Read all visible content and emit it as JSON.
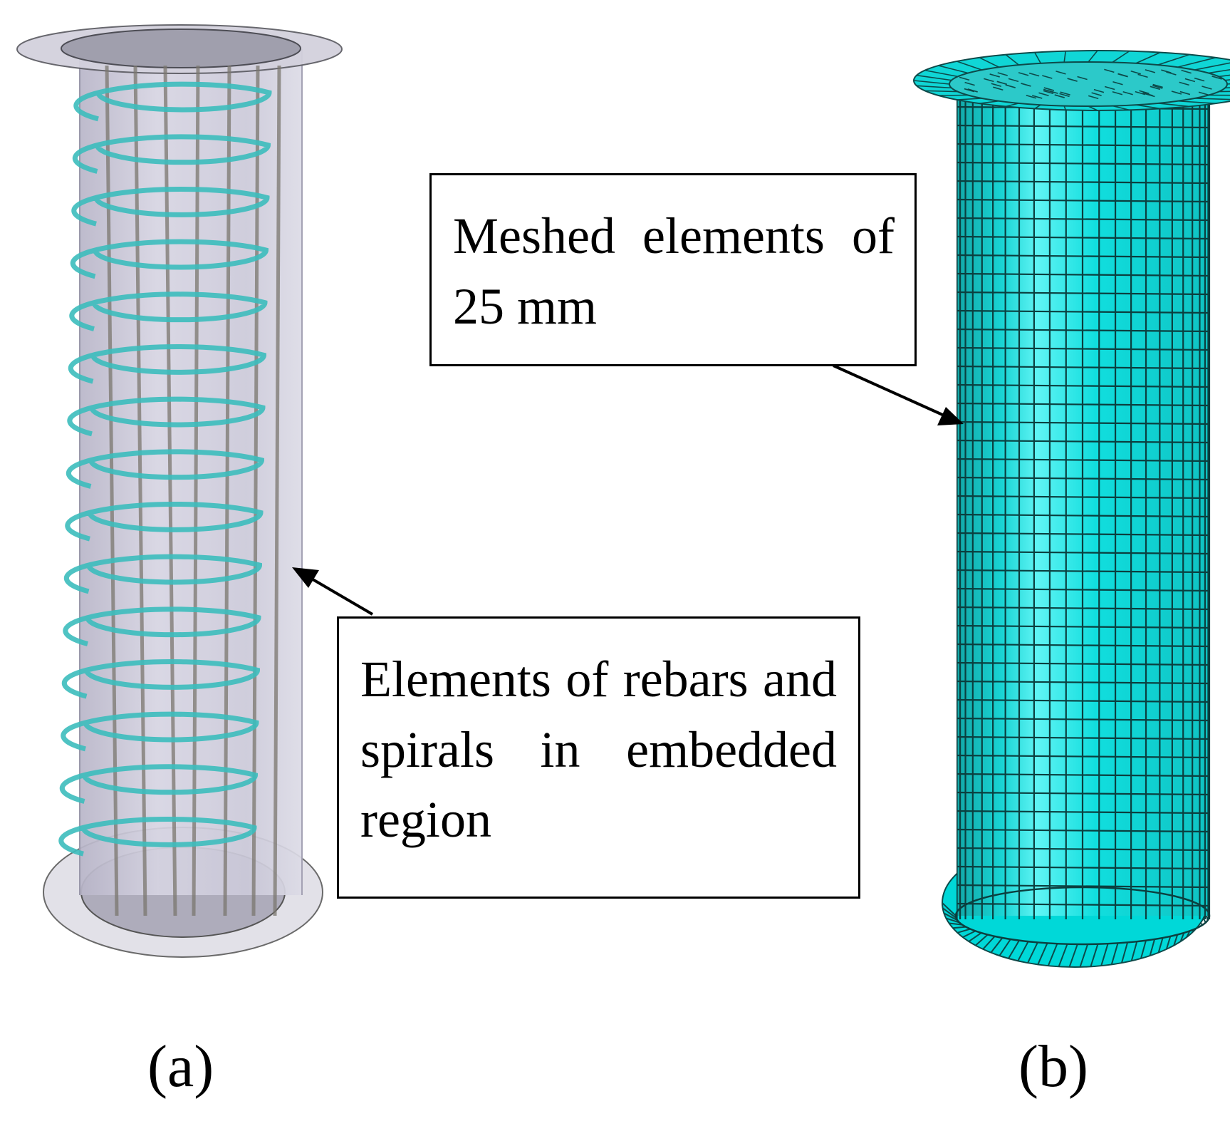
{
  "panels": [
    {
      "id": "a",
      "label": "(a)",
      "callout": "Elements of rebars and spirals in embedded region",
      "render_style": "transparent solid with embedded rebar and spiral wires",
      "colors": {
        "concrete": "#c9c7d8",
        "cap": "#b5b3c2",
        "spiral": "#3bb8b8",
        "rebar": "#7b7770"
      }
    },
    {
      "id": "b",
      "label": "(b)",
      "callout": "Meshed elements of 25 mm",
      "render_style": "solid meshed surface",
      "colors": {
        "surface": "#00e3e3",
        "shade": "#14b5b5",
        "mesh_lines": "#0a3a3a"
      }
    }
  ]
}
